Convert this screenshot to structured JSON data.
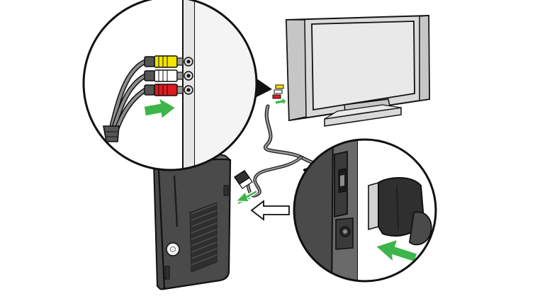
{
  "colors": {
    "outline": "#111111",
    "console_body": "#4a4a4a",
    "console_dark": "#2f2f2f",
    "console_light": "#6a6a6a",
    "tv_frame": "#d9d9d9",
    "tv_screen": "#e9e9e9",
    "tv_bezel": "#c6c6c6",
    "cable": "#3a3a3a",
    "plug_yellow": "#f2e300",
    "plug_white": "#ffffff",
    "plug_red": "#e0191f",
    "arrow_green": "#3db54a",
    "arrow_outline": "#ffffff",
    "jack_grey": "#8c8c8c"
  },
  "icons": {
    "tv": "tv-icon",
    "console": "console-icon",
    "composite_plugs": "composite-av-plugs-icon",
    "av_connector": "av-connector-icon",
    "insert_arrow": "green-arrow-icon",
    "direction_arrow": "outline-arrow-icon",
    "zoom_callout": "magnifier-callout-icon"
  },
  "callouts": [
    {
      "id": "tv-inputs",
      "content": "composite-plugs-into-tv-jacks"
    },
    {
      "id": "console-av-port",
      "content": "av-connector-into-console-port"
    }
  ]
}
